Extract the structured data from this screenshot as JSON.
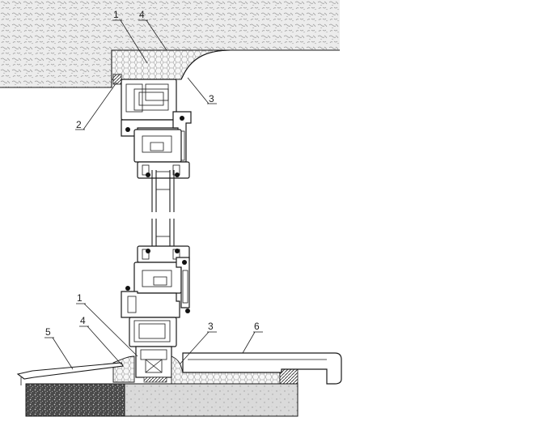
{
  "diagram": {
    "callouts": [
      {
        "id": "c1-top",
        "label": "1"
      },
      {
        "id": "c4-top",
        "label": "4"
      },
      {
        "id": "c3-top",
        "label": "3"
      },
      {
        "id": "c2-top",
        "label": "2"
      },
      {
        "id": "c1-bottom",
        "label": "1"
      },
      {
        "id": "c4-bottom",
        "label": "4"
      },
      {
        "id": "c3-bottom",
        "label": "3"
      },
      {
        "id": "c5-bottom",
        "label": "5"
      },
      {
        "id": "c6-bottom",
        "label": "6"
      }
    ],
    "colors": {
      "line": "#1a1a1a",
      "masonry_fill": "#e6e6e6",
      "foam_fill": "#f4f4f4",
      "base_dark": "#3a3a3a",
      "base_light": "#d8d8d8"
    }
  }
}
